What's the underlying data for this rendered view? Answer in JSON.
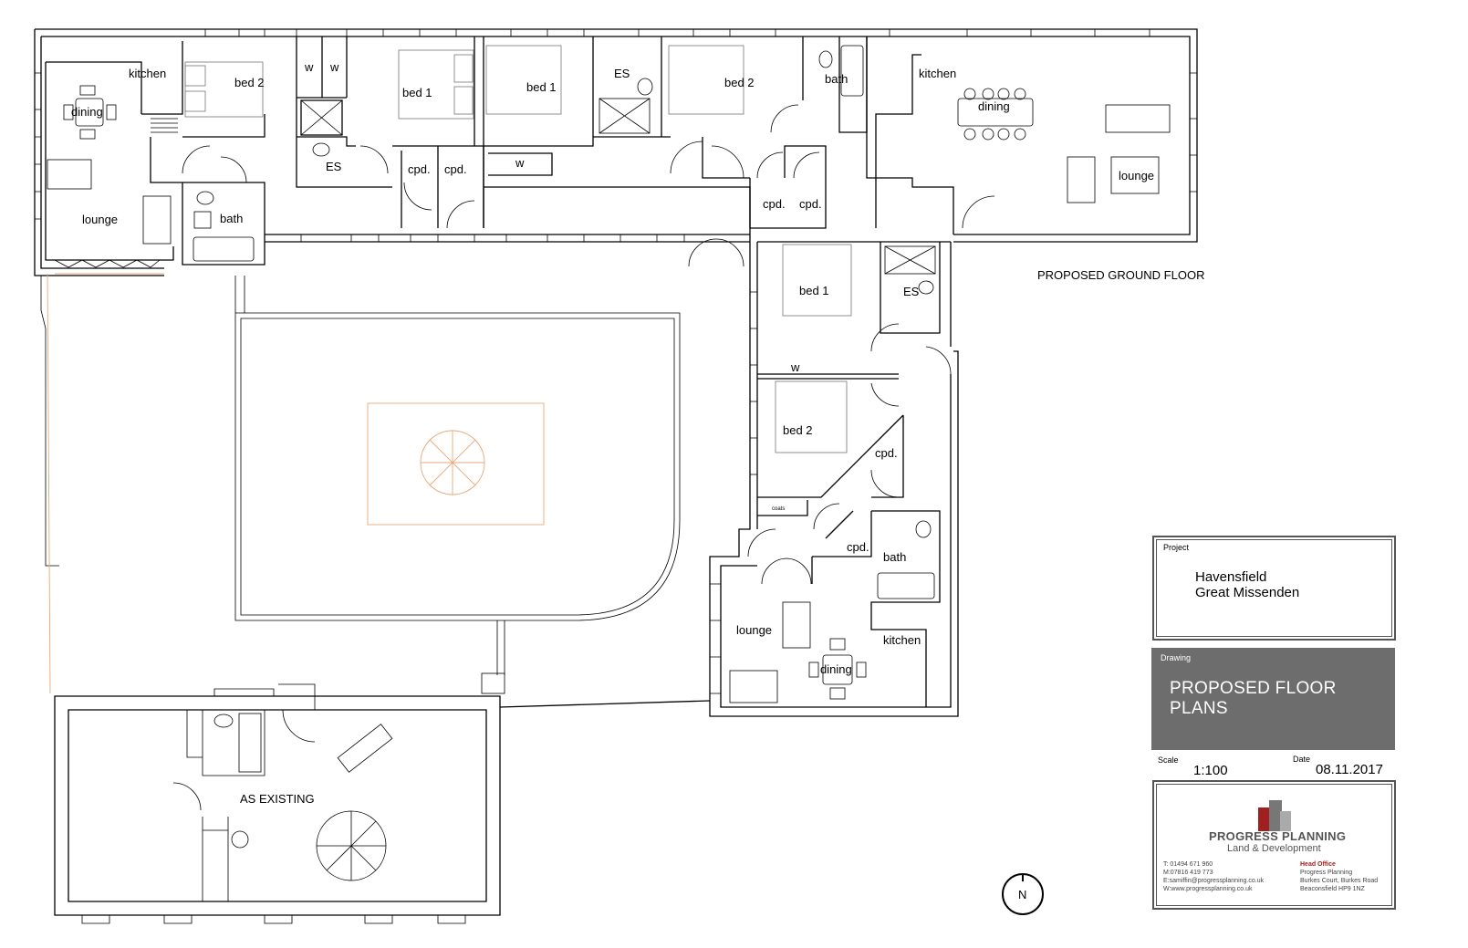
{
  "plan": {
    "floor_title": "PROPOSED GROUND FLOOR",
    "existing_label": "AS EXISTING",
    "north_label": "N",
    "unit1": {
      "kitchen": "kitchen",
      "dining": "dining",
      "lounge": "lounge",
      "bed": "bed 2",
      "bath": "bath"
    },
    "unit2": {
      "w1": "w",
      "w2": "w",
      "bed": "bed 1",
      "es": "ES",
      "cpd1": "cpd.",
      "cpd2": "cpd."
    },
    "unit3": {
      "bed1": "bed 1",
      "w": "w",
      "es": "ES",
      "bed2": "bed 2",
      "bath": "bath",
      "cpd1": "cpd.",
      "cpd2": "cpd.",
      "kitchen": "kitchen",
      "dining": "dining",
      "lounge": "lounge"
    },
    "unit4": {
      "bed1": "bed 1",
      "es": "ES",
      "w": "w",
      "bed2": "bed 2",
      "cpd1": "cpd.",
      "coats": "coats",
      "cpd2": "cpd.",
      "bath": "bath",
      "lounge": "lounge",
      "kitchen": "kitchen",
      "dining": "dining"
    }
  },
  "title_block": {
    "project_label": "Project",
    "project_line1": "Havensfield",
    "project_line2": "Great Missenden",
    "drawing_label": "Drawing",
    "drawing_title": "PROPOSED FLOOR PLANS",
    "scale_label": "Scale",
    "scale_value": "1:100",
    "date_label": "Date",
    "date_value": "08.11.2017",
    "company_name": "PROGRESS PLANNING",
    "company_tagline": "Land & Development",
    "contact_t": "T: 01494 671 960",
    "contact_m": "M:07816 419 773",
    "contact_e": "E:samiffin@progressplanning.co.uk",
    "contact_w": "W:www.progressplanning.co.uk",
    "head_office_label": "Head Office",
    "address_1": "Progress Planning",
    "address_2": "Burkes Court, Burkes Road",
    "address_3": "Beaconsfield  HP9 1NZ"
  },
  "colors": {
    "drawing_bg": "#6d6d6d",
    "logo_red": "#a02020",
    "tree_outline": "#e8a878"
  }
}
